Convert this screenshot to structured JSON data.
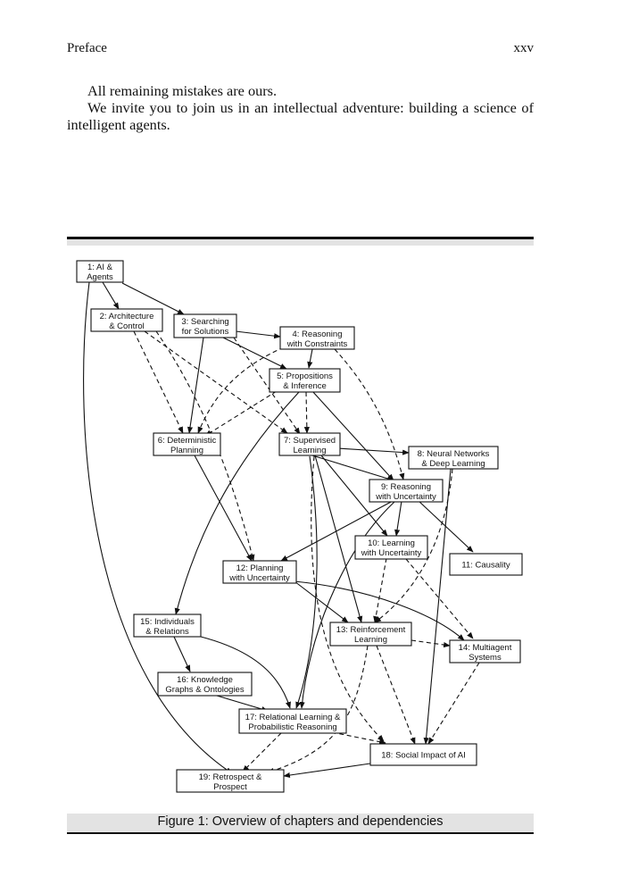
{
  "header": {
    "title": "Preface",
    "page_number": "xxv"
  },
  "body": {
    "paragraphs": [
      "All remaining mistakes are ours.",
      "We invite you to join us in an intellectual adventure: building a science of intelligent agents."
    ]
  },
  "figure": {
    "caption": "Figure 1: Overview of chapters and dependencies",
    "nodes": [
      {
        "id": "n1",
        "lines": [
          "1: AI &",
          "Agents"
        ]
      },
      {
        "id": "n2",
        "lines": [
          "2: Architecture",
          "& Control"
        ]
      },
      {
        "id": "n3",
        "lines": [
          "3: Searching",
          "for Solutions"
        ]
      },
      {
        "id": "n4",
        "lines": [
          "4: Reasoning",
          "with Constraints"
        ]
      },
      {
        "id": "n5",
        "lines": [
          "5: Propositions",
          "& Inference"
        ]
      },
      {
        "id": "n6",
        "lines": [
          "6: Deterministic",
          "Planning"
        ]
      },
      {
        "id": "n7",
        "lines": [
          "7: Supervised",
          "Learning"
        ]
      },
      {
        "id": "n8",
        "lines": [
          "8: Neural Networks",
          "& Deep Learning"
        ]
      },
      {
        "id": "n9",
        "lines": [
          "9: Reasoning",
          "with Uncertainty"
        ]
      },
      {
        "id": "n10",
        "lines": [
          "10: Learning",
          "with Uncertainty"
        ]
      },
      {
        "id": "n11",
        "lines": [
          "11: Causality"
        ]
      },
      {
        "id": "n12",
        "lines": [
          "12: Planning",
          "with Uncertainty"
        ]
      },
      {
        "id": "n13",
        "lines": [
          "13: Reinforcement",
          "Learning"
        ]
      },
      {
        "id": "n14",
        "lines": [
          "14: Multiagent",
          "Systems"
        ]
      },
      {
        "id": "n15",
        "lines": [
          "15: Individuals",
          "& Relations"
        ]
      },
      {
        "id": "n16",
        "lines": [
          "16: Knowledge",
          "Graphs & Ontologies"
        ]
      },
      {
        "id": "n17",
        "lines": [
          "17: Relational Learning &",
          "Probabilistic Reasoning"
        ]
      },
      {
        "id": "n18",
        "lines": [
          "18: Social Impact of AI"
        ]
      },
      {
        "id": "n19",
        "lines": [
          "19: Retrospect &",
          "Prospect"
        ]
      }
    ]
  }
}
